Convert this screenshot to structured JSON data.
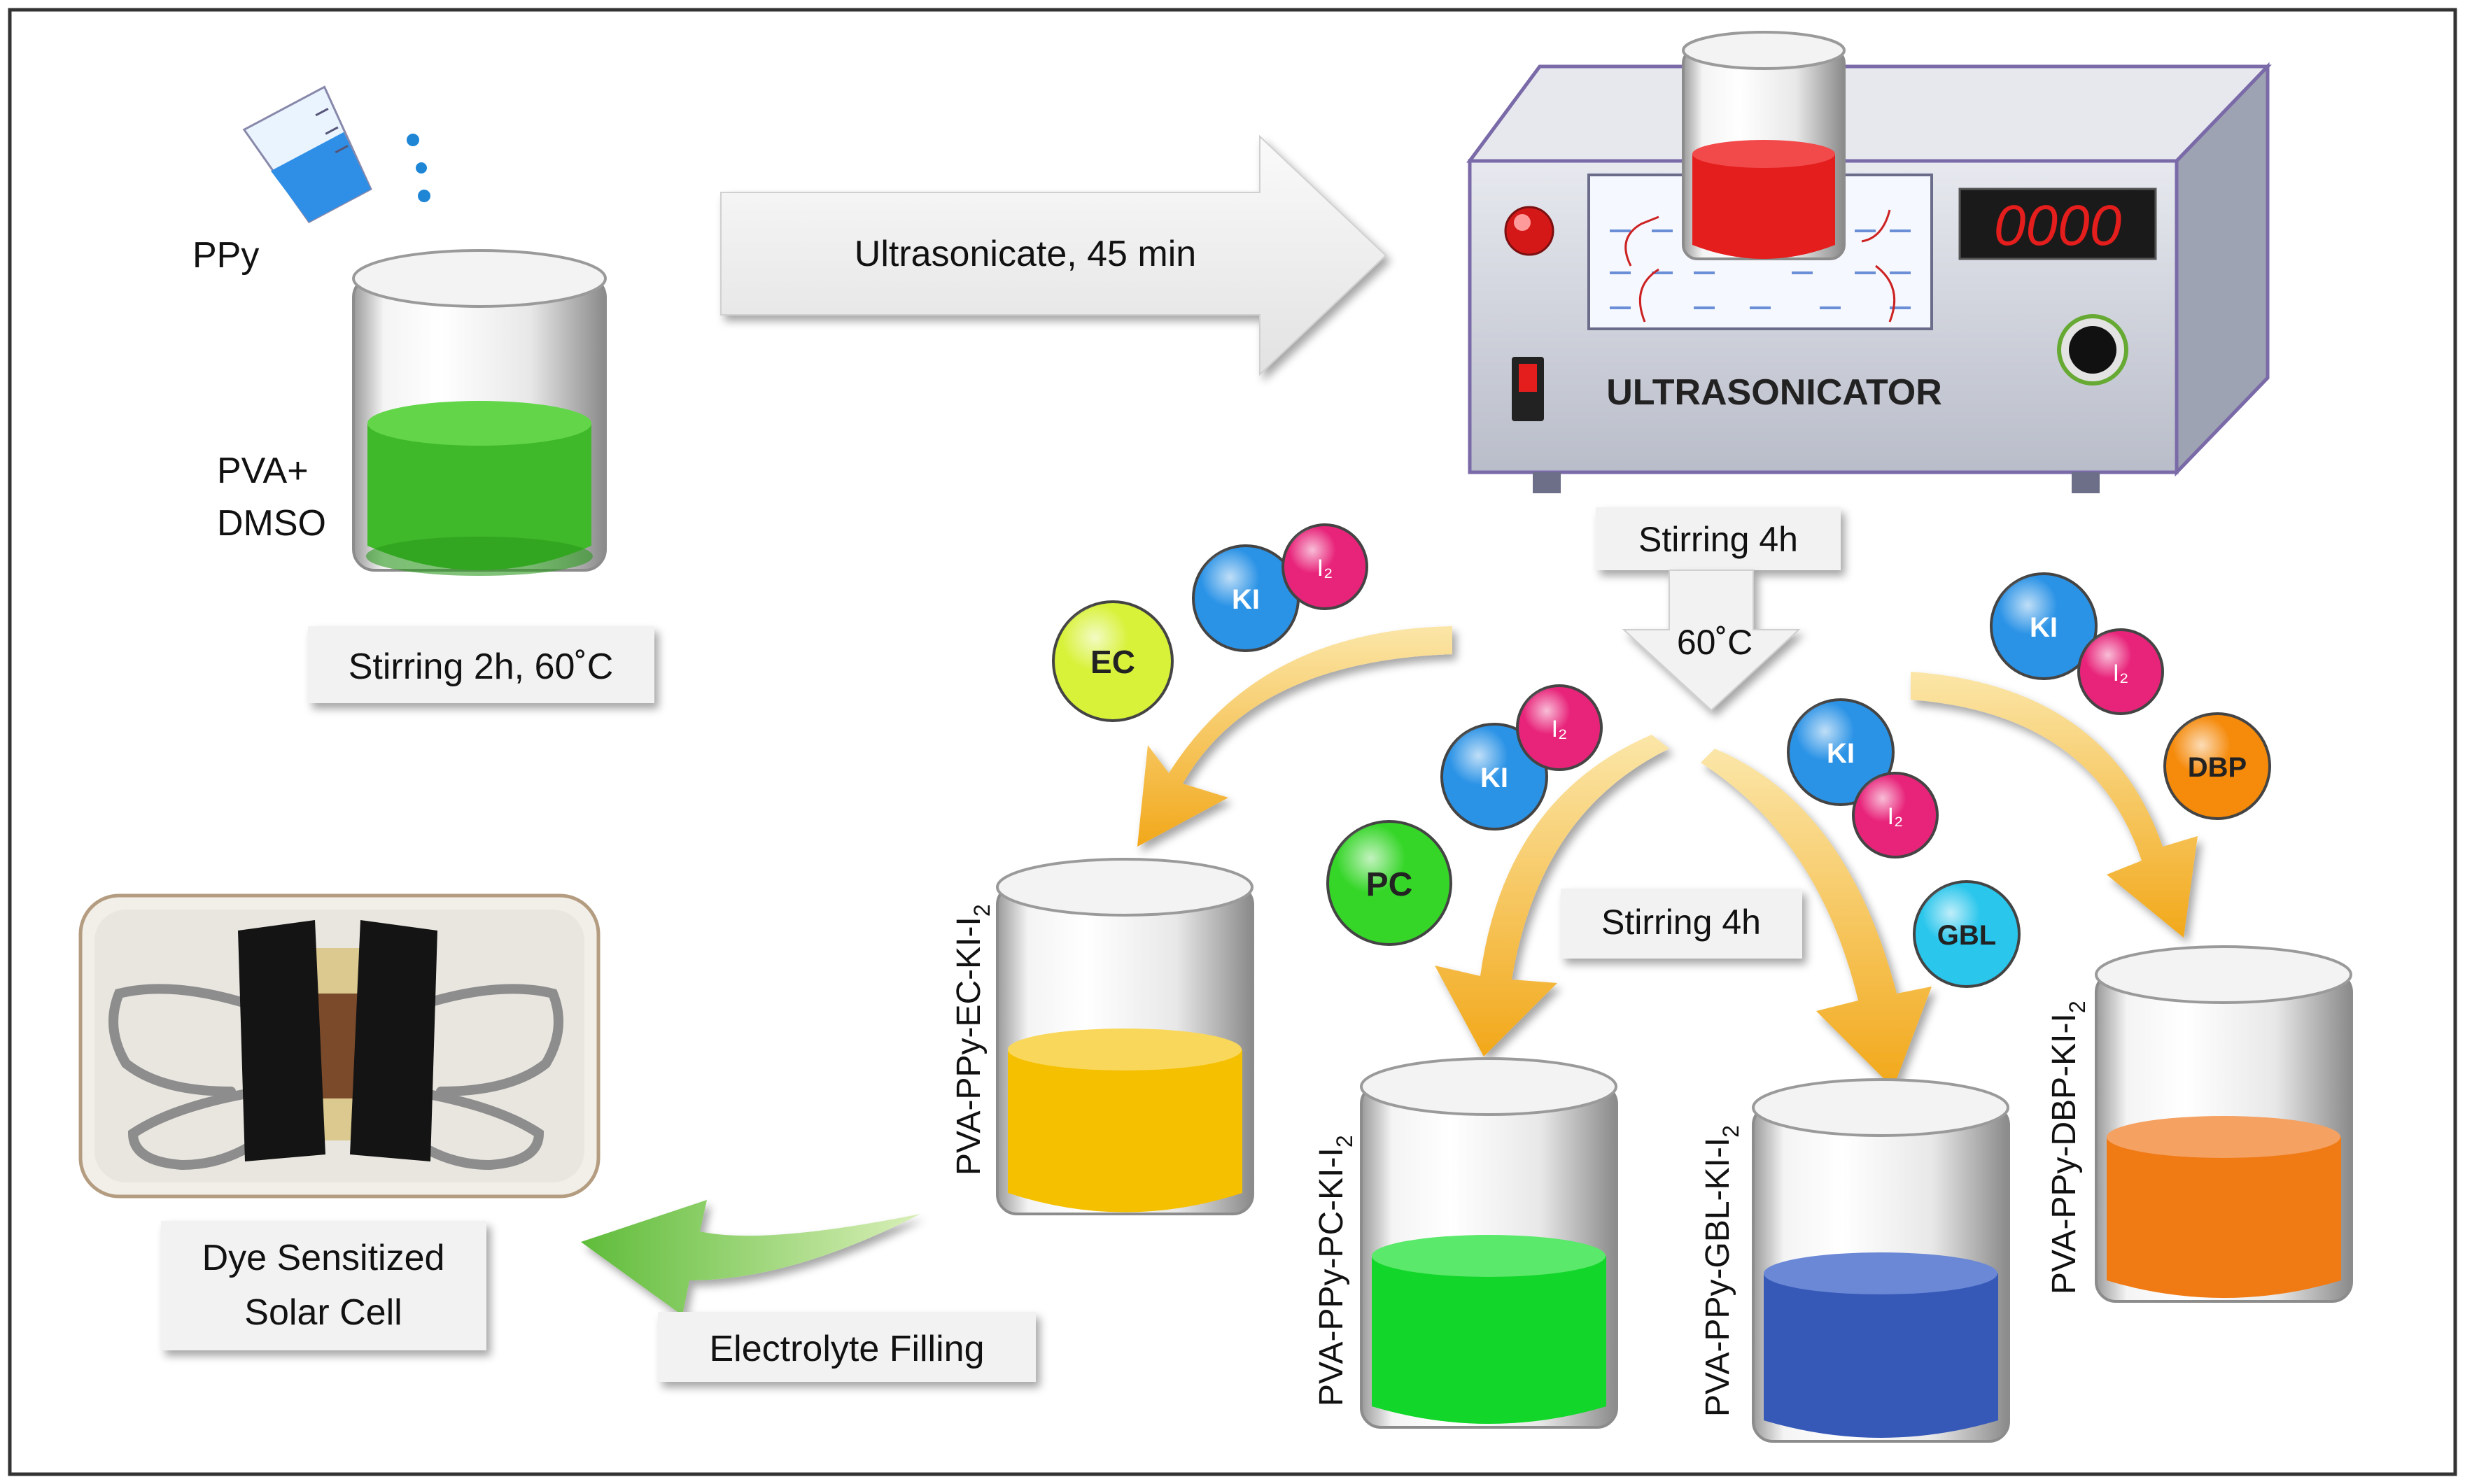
{
  "start": {
    "ppy_label": "PPy",
    "pva_label_line1": "PVA+",
    "pva_label_line2": "DMSO",
    "step1_label": "Stirring 2h, 60˚C"
  },
  "arrow_main_label": "Ultrasonicate, 45 min",
  "ultrasonicator": {
    "name": "ULTRASONICATOR",
    "display": "0000"
  },
  "center": {
    "stirring_top": "Stirring 4h",
    "temperature": "60˚C",
    "stirring_mid": "Stirring 4h"
  },
  "chemicals": {
    "ki": "KI",
    "i2": "I₂",
    "ec": "EC",
    "pc": "PC",
    "gbl": "GBL",
    "dbp": "DBP"
  },
  "products": {
    "ec": {
      "base": "PVA-PPy-EC-KI-I",
      "sub": "2"
    },
    "pc": {
      "base": "PVA-PPy-PC-KI-I",
      "sub": "2"
    },
    "gbl": {
      "base": "PVA-PPy-GBL-KI-I",
      "sub": "2"
    },
    "dbp": {
      "base": "PVA-PPy-DBP-KI-I",
      "sub": "2"
    }
  },
  "final": {
    "fill_label": "Electrolyte Filling",
    "cell_line1": "Dye Sensitized",
    "cell_line2": "Solar Cell"
  },
  "colors": {
    "frame": "#333333",
    "green_liquid": "#3fb82a",
    "red_liquid": "#e41d1d",
    "yellow_liquid": "#f5c000",
    "pc_liquid": "#12d62a",
    "blue_liquid": "#3659b8",
    "orange_liquid": "#f07a14",
    "arrow_gold": "#f7c23c",
    "arrow_green": "#6cc24a",
    "machine_body": "#c9cdd9",
    "machine_edge": "#7a6aa8",
    "ki_ball": "#2b93e6",
    "i2_ball": "#e8247a",
    "ec_ball": "#d8f23a",
    "pc_ball": "#36d629",
    "gbl_ball": "#2ac6ec",
    "dbp_ball": "#f58a0b"
  }
}
